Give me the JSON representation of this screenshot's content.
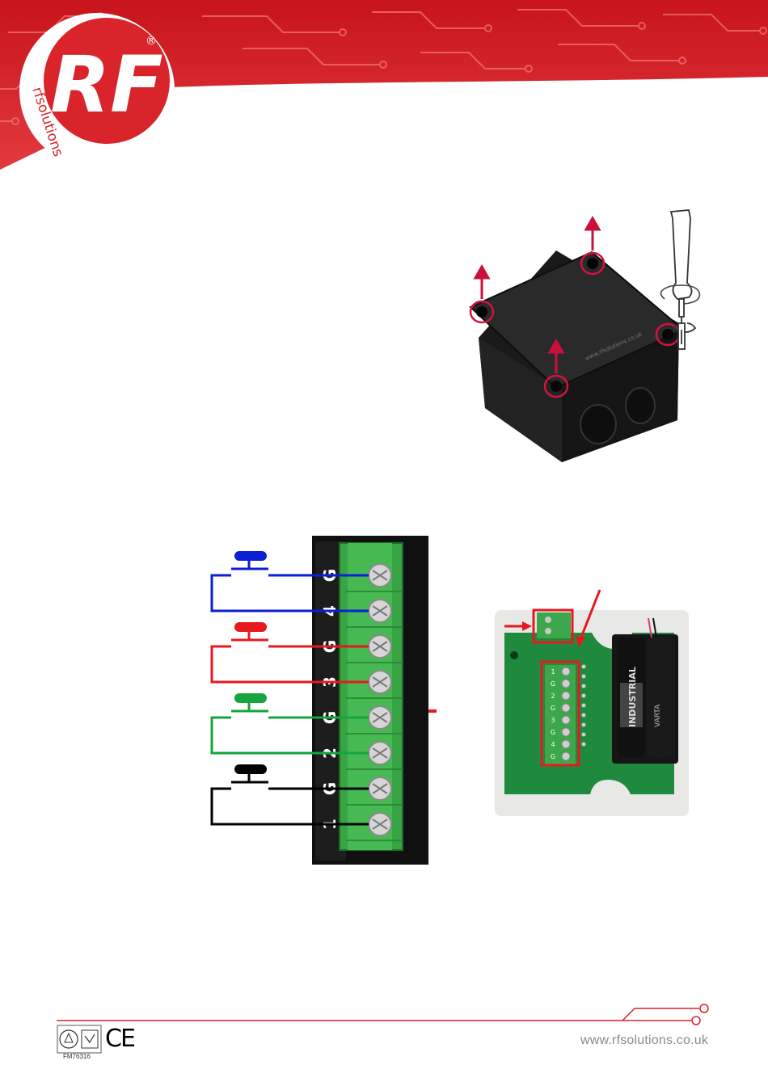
{
  "brand": {
    "logo_text": "RF",
    "logo_sub": "rfsolutions",
    "registered": "®",
    "accent_color": "#d9242b"
  },
  "wiring_diagram": {
    "terminal_labels": [
      "G",
      "4",
      "G",
      "3",
      "G",
      "2",
      "G",
      "1"
    ],
    "buttons": [
      {
        "color": "#0a1fd6",
        "terminal": "4"
      },
      {
        "color": "#e8191e",
        "terminal": "3"
      },
      {
        "color": "#15a53c",
        "terminal": "2"
      },
      {
        "color": "#000000",
        "terminal": "1"
      }
    ],
    "connector_color": "#e8191e"
  },
  "pcb": {
    "battery_text": "INDUSTRIAL",
    "battery_brand": "VARTA",
    "terminal_labels": [
      "1",
      "G",
      "2",
      "G",
      "3",
      "G",
      "4",
      "G"
    ]
  },
  "footer": {
    "cert_code": "FM76316",
    "ce_mark": "CE",
    "website": "www.rfsolutions.co.uk"
  }
}
